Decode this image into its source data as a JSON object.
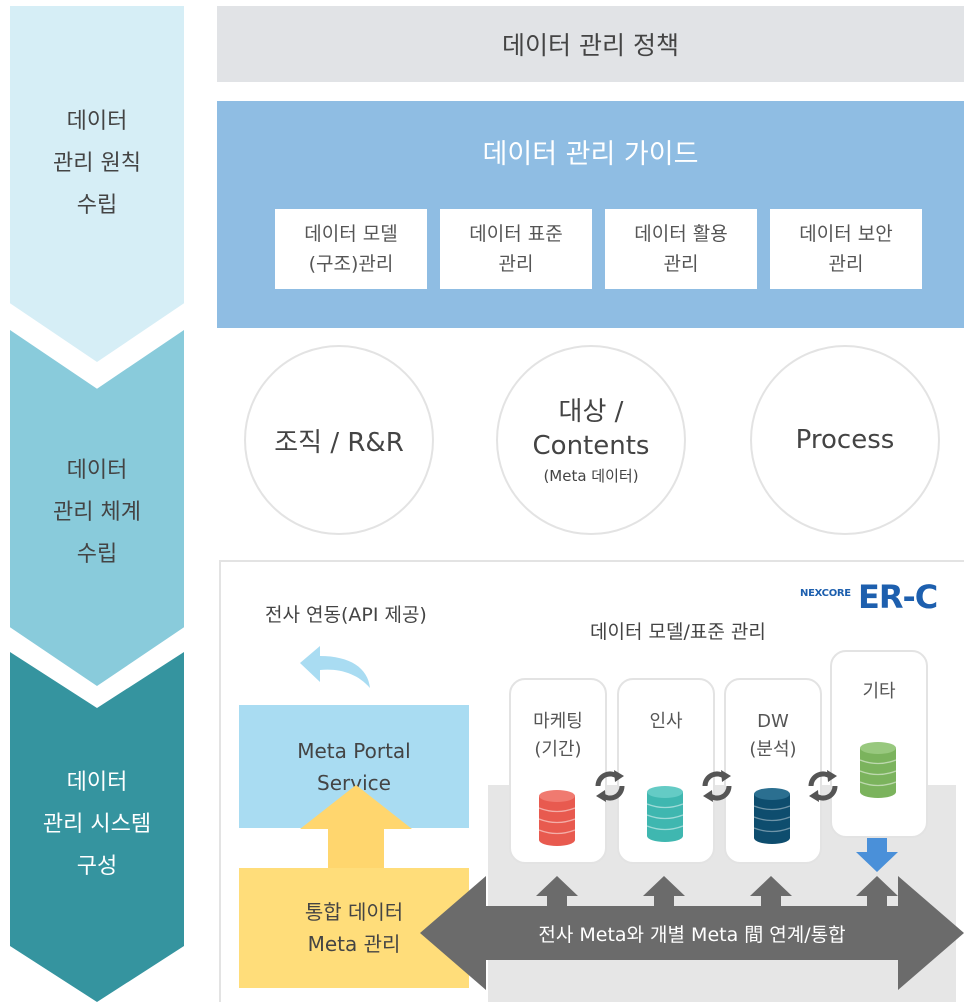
{
  "steps": [
    {
      "label": "데이터\n관리 원칙\n수립",
      "color": "#d6eef6",
      "text_color": "#444444"
    },
    {
      "label": "데이터\n관리 체계\n수립",
      "color": "#89cbdb",
      "text_color": "#444444"
    },
    {
      "label": "데이터\n관리 시스템\n구성",
      "color": "#35949f",
      "text_color": "#ffffff"
    }
  ],
  "policy": {
    "title": "데이터 관리 정책"
  },
  "guide": {
    "title": "데이터 관리 가이드",
    "items": [
      "데이터 모델\n(구조)관리",
      "데이터 표준\n관리",
      "데이터 활용\n관리",
      "데이터 보안\n관리"
    ]
  },
  "circles": [
    {
      "title": "조직 / R&R",
      "subtitle": ""
    },
    {
      "title": "대상 /\nContents",
      "subtitle": "(Meta 데이터)"
    },
    {
      "title": "Process",
      "subtitle": ""
    }
  ],
  "system": {
    "brand_small": "NEXCORE",
    "brand_large": "ER-C",
    "api_label": "전사 연동(API 제공)",
    "portal_label": "Meta Portal\nService",
    "integrated_label": "통합 데이터\nMeta 관리",
    "model_label": "데이터 모델/표준 관리",
    "categories": [
      {
        "label": "마케팅\n(기간)",
        "icon": "database-icon",
        "color": "#e85a4f"
      },
      {
        "label": "인사",
        "icon": "database-icon",
        "color": "#3fb7b0"
      },
      {
        "label": "DW\n(분석)",
        "icon": "database-icon",
        "color": "#0e4d6e"
      },
      {
        "label": "기타",
        "icon": "database-icon",
        "color": "#7bb35d"
      }
    ],
    "link_label": "전사 Meta와 개별 Meta 間 연계/통합"
  },
  "colors": {
    "policy_bg": "#e1e3e6",
    "guide_bg": "#8fbde3",
    "portal_bg": "#a9dcf2",
    "integrated_bg": "#ffdd7a",
    "arrow_up": "#ffd66e",
    "arrow_api": "#a9dcf2",
    "arrow_gray": "#6b6b6b",
    "arrow_blue": "#4a90d9",
    "sync_icon": "#555555"
  }
}
